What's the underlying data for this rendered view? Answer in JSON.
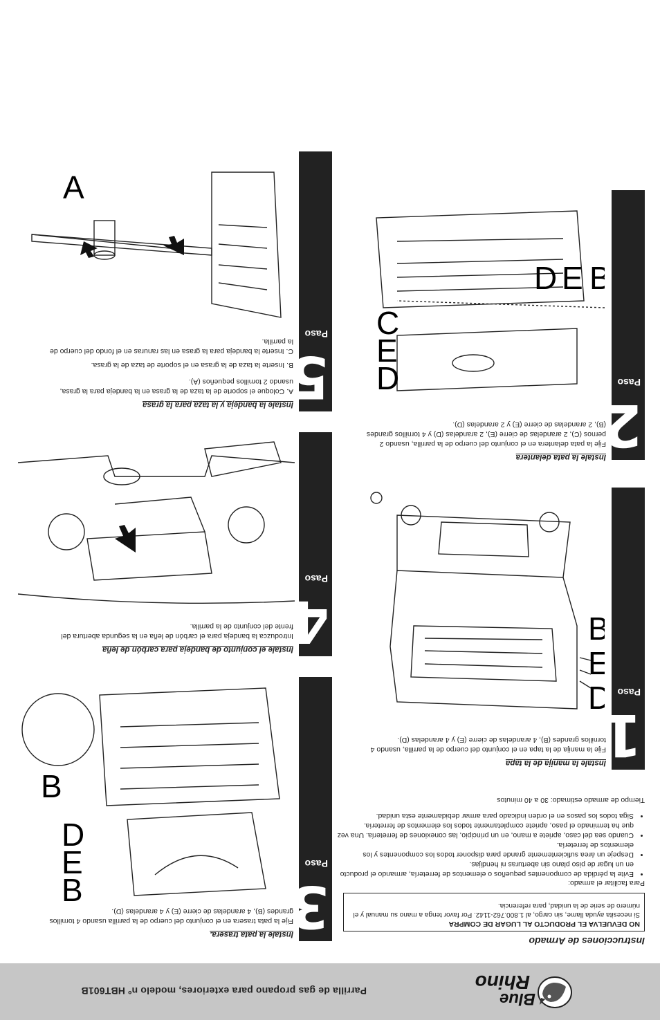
{
  "header": {
    "brand": "Blue Rhino",
    "document_title": "Parrilla de gas propano para exteriores, modelo nº HBT601B"
  },
  "instructions": {
    "title": "Instrucciones de Armado",
    "notice_heading": "NO DEVUELVA EL PRODUCTO AL LUGAR DE COMPRA",
    "notice_body": "Si necesita ayuda llame, sin cargo, al 1.800.762-1142. Por favor tenga a mano su manual y el número de serie de la unidad, para referencia.",
    "intro": "Para facilitar el armado:",
    "tips": [
      "Evite la pérdida de componentes pequeños o elementos de ferretería, armando el producto en un lugar de piso plano sin aberturas ni hendijas.",
      "Despeje un área suficientemente grande para disponer todos los componentes y los elementos de ferretería.",
      "Cuando sea del caso, apriete a mano, en un principio, las conexiones de ferretería. Una vez que ha terminado el paso, apriete completamente todos los elementos de ferretería.",
      "Siga todos los pasos en el orden indicado para armar debidamente esta unidad."
    ],
    "time_estimate": "Tiempo de armado estimado: 30 a 40 minutos"
  },
  "steps": [
    {
      "paso": "Paso",
      "number": "1",
      "title": "Instale la manija de la tapa",
      "text": "Fije la manija de la tapa en el conjunto del cuerpo de la parrilla, usando 4 tornillos grandes (B), 4 arandelas de cierre (E) y 4 arandelas (D).",
      "labels": [
        "B",
        "E",
        "D"
      ]
    },
    {
      "paso": "Paso",
      "number": "2",
      "title": "Instale la pata delantera",
      "text": "Fije la pata delantera en el conjunto del cuerpo de la parrilla, usando 2 pernos (C), 2 arandelas de cierre (E), 2 arandelas (D) y 4 tornillos grandes (B), 2 arandelas de cierre (E) y 2 arandelas (D).",
      "labels": [
        "C",
        "E",
        "D",
        "B",
        "E",
        "D"
      ]
    },
    {
      "paso": "Paso",
      "number": "3",
      "title": "Instale la pata trasera.",
      "text": "Fije la pata trasera en el conjunto del cuerpo de la parrilla usando 4 tornillos grandes (B), 4 arandelas de cierre (E) y 4 arandelas (D).",
      "labels": [
        "B",
        "E",
        "D",
        "B"
      ]
    },
    {
      "paso": "Paso",
      "number": "4",
      "title": "Instale el conjunto de bandeja para carbón de leña",
      "text": "Introduzca la bandeja para el carbón de leña en la segunda abertura del frente del conjunto de la parrilla."
    },
    {
      "paso": "Paso",
      "number": "5",
      "title": "Instale la bandeja y la taza para la grasa",
      "items": [
        "A. Coloque el soporte de la taza de la grasa en la bandeja para la grasa, usando 2 tornillos pequeños (A).",
        "B. Inserte la taza de la grasa en el soporte de taza de la grasa.",
        "C. Inserte la bandeja para la grasa en las ranuras en el fondo del cuerpo de la parrilla."
      ],
      "labels": [
        "A"
      ]
    }
  ]
}
